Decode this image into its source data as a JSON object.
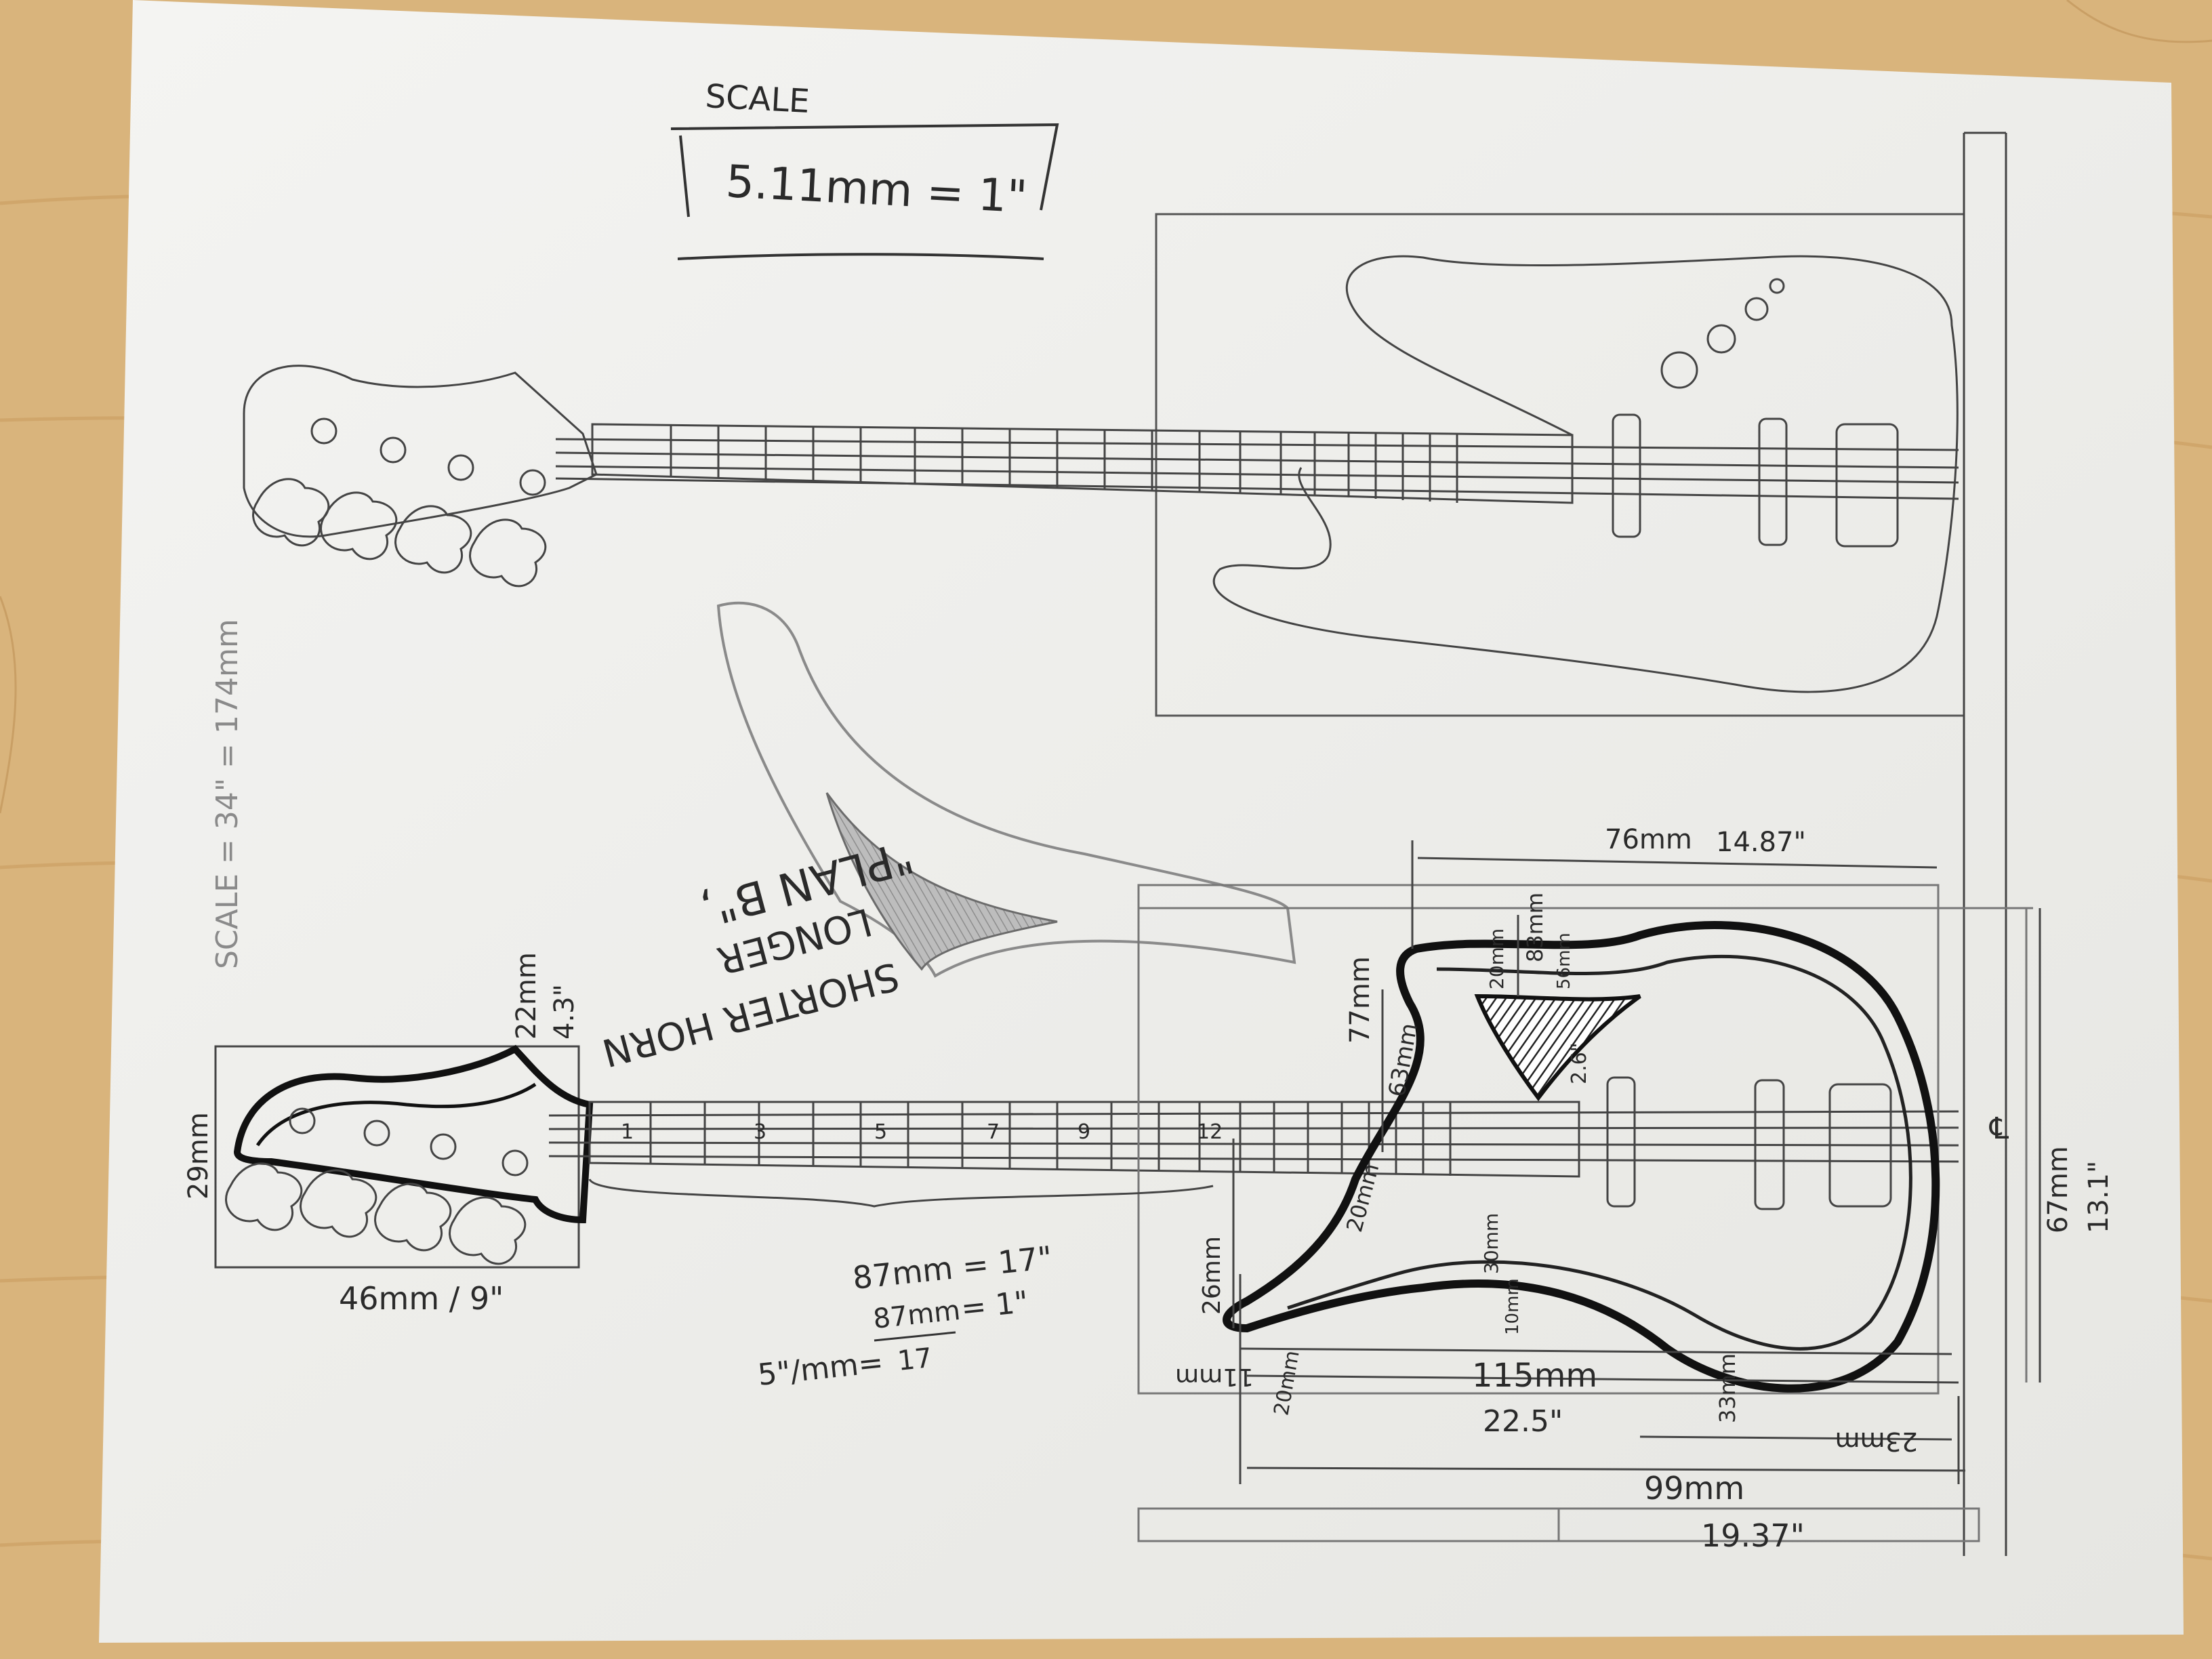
{
  "scale_box": {
    "title": "SCALE",
    "ratio": "5.11mm = 1\""
  },
  "side_scale": {
    "text": "SCALE = 34\" = 174mm"
  },
  "plan_note": {
    "line1": "\"PLAN B\",",
    "line2": "LONGER",
    "line3": "SHORTER HORN"
  },
  "headstock_dims": {
    "top_mm": "22mm",
    "top_in": "4.3\"",
    "left": "29mm",
    "bottom": "46mm / 9\""
  },
  "neck_dims": {
    "length": "87mm = 17\"",
    "calc_prefix": "5\"/mm=",
    "calc_num": "87mm",
    "calc_den": "17",
    "calc_result": "= 1\""
  },
  "fret_marks": [
    "1",
    "3",
    "5",
    "7",
    "9",
    "12"
  ],
  "body_dims": {
    "top_width_mm": "76mm",
    "top_width_in": "14.87\"",
    "horn_mm": "77mm",
    "horn_63": "63mm",
    "horn_20": "20mm",
    "horn_83": "83mm",
    "horn_56": "56mm",
    "mid_2_6": "2.6\"",
    "waist_20": "20mm",
    "low_26": "26mm",
    "low_30": "30mm",
    "low_10": "10mm",
    "left_11": "11mm",
    "left_20": "20mm",
    "width_mm": "115mm",
    "width_in": "22.5\"",
    "right_33": "33mm",
    "right_23": "23mm",
    "total_mm": "99mm",
    "total_in": "19.37\"",
    "height_mm": "67mm",
    "height_in": "13.1\"",
    "center": "℄"
  }
}
